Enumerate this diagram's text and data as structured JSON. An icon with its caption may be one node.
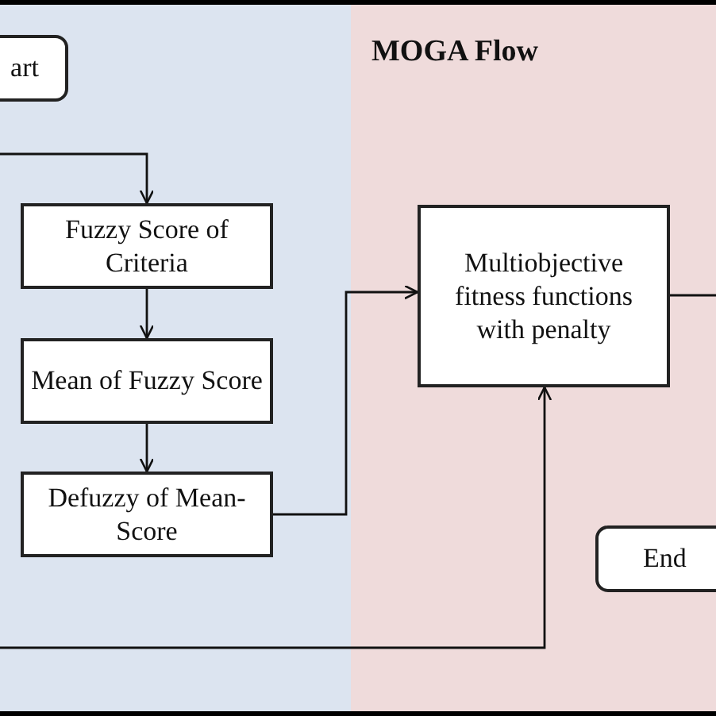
{
  "diagram": {
    "nodes": [
      {
        "text": [
          "art"
        ]
      },
      {
        "text": [
          "Fuzzy Score of Criteria"
        ]
      },
      {
        "text": [
          "Mean of Fuzzy Score"
        ]
      },
      {
        "text": [
          "Defuzzy of Mean-Score"
        ]
      },
      {
        "text": [
          "MOGA Flow"
        ]
      },
      {
        "text": [
          "Multiobjective fitness functions with penalty"
        ],
        "in": 4
      },
      {
        "text": [
          "End"
        ],
        "in": 4
      }
    ],
    "edges": [
      {
        "from": null,
        "to": 1,
        "arrow": "to"
      },
      {
        "from": 1,
        "to": 2,
        "arrow": "to"
      },
      {
        "from": 2,
        "to": 3,
        "arrow": "to"
      },
      {
        "from": 3,
        "to": 5,
        "arrow": "to"
      },
      {
        "from": 5,
        "to": null,
        "arrow": "none"
      },
      {
        "from": null,
        "to": 5,
        "arrow": "to"
      }
    ]
  }
}
